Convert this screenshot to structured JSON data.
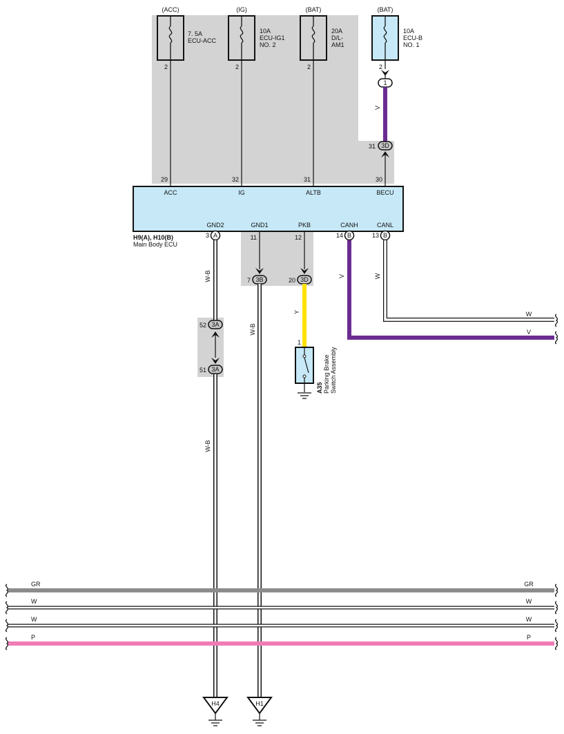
{
  "fuses": [
    {
      "supply": "(ACC)",
      "rating": "7. 5A",
      "name": "ECU-ACC",
      "name2": "",
      "pin": "2"
    },
    {
      "supply": "(IG)",
      "rating": "10A",
      "name": "ECU-IG1",
      "name2": "NO. 2",
      "pin": "2"
    },
    {
      "supply": "(BAT)",
      "rating": "20A",
      "name": "D/L-",
      "name2": "AM1",
      "pin": "2"
    },
    {
      "supply": "(BAT)",
      "rating": "10A",
      "name": "ECU-B",
      "name2": "NO. 1",
      "pin": "2"
    }
  ],
  "ecu": {
    "id": "H9(A), H10(B)",
    "name": "Main Body ECU",
    "top_pins": [
      {
        "num": "29",
        "name": "ACC"
      },
      {
        "num": "32",
        "name": "IG"
      },
      {
        "num": "31",
        "name": "ALTB"
      },
      {
        "num": "30",
        "name": "BECU"
      }
    ],
    "bottom_pins": [
      {
        "num": "3",
        "name": "GND2",
        "conn": "A"
      },
      {
        "num": "11",
        "name": "GND1",
        "conn": ""
      },
      {
        "num": "12",
        "name": "PKB",
        "conn": ""
      },
      {
        "num": "14",
        "name": "CANH",
        "conn": "B"
      },
      {
        "num": "13",
        "name": "CANL",
        "conn": "B"
      }
    ]
  },
  "connectors": {
    "c1": "1",
    "c31_num": "31",
    "c31_id": "3D",
    "c7_num": "7",
    "c7_id": "3B",
    "c20_num": "20",
    "c20_id": "3D",
    "c52_num": "52",
    "c52_id": "3A",
    "c51_num": "51",
    "c51_id": "3A"
  },
  "wires": {
    "becu": "V",
    "gnd2": "W-B",
    "gnd2_low": "W-B",
    "gnd1": "W-B",
    "pkb": "Y",
    "canh": "V",
    "canl": "W",
    "can_right_w": "W",
    "can_right_v": "V"
  },
  "switch": {
    "id": "A35",
    "name1": "Parking Brake",
    "name2": "Switch Assembly",
    "pin": "1"
  },
  "bus": [
    {
      "left": "GR",
      "right": "GR",
      "color": "#8c8c8c"
    },
    {
      "left": "W",
      "right": "W",
      "color": "#ffffff"
    },
    {
      "left": "W",
      "right": "W",
      "color": "#ffffff"
    },
    {
      "left": "P",
      "right": "P",
      "color": "#f07cb5"
    }
  ],
  "grounds": [
    "H4",
    "H1"
  ],
  "colors": {
    "ecu_fill": "#c6e8f7",
    "shade": "#d3d3d3",
    "violet": "#6b2c91",
    "yellow": "#ffe100",
    "pink": "#f07cb5",
    "gray_wire": "#8c8c8c"
  }
}
